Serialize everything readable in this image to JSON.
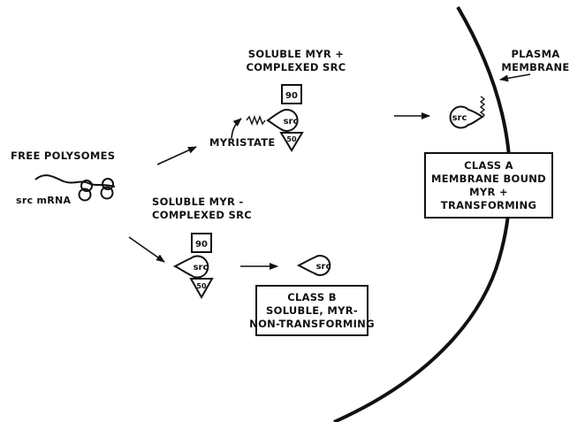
{
  "labels": {
    "soluble_myr_plus_line1": "SOLUBLE MYR +",
    "soluble_myr_plus_line2": "COMPLEXED SRC",
    "soluble_myr_minus_line1": "SOLUBLE MYR -",
    "soluble_myr_minus_line2": "COMPLEXED SRC",
    "free_polysomes": "FREE POLYSOMES",
    "src_mrna": "src mRNA",
    "myristate": "MYRISTATE",
    "plasma_line1": "PLASMA",
    "plasma_line2": "MEMBRANE"
  },
  "class_a": {
    "line1": "CLASS A",
    "line2": "MEMBRANE BOUND",
    "line3": "MYR +",
    "line4": "TRANSFORMING"
  },
  "class_b": {
    "line1": "CLASS B",
    "line2": "SOLUBLE, MYR-",
    "line3": "NON-TRANSFORMING"
  },
  "molecules": {
    "src": "src",
    "hsp90": "90",
    "p50": "50"
  },
  "colors": {
    "ink": "#111111",
    "background": "#ffffff"
  }
}
